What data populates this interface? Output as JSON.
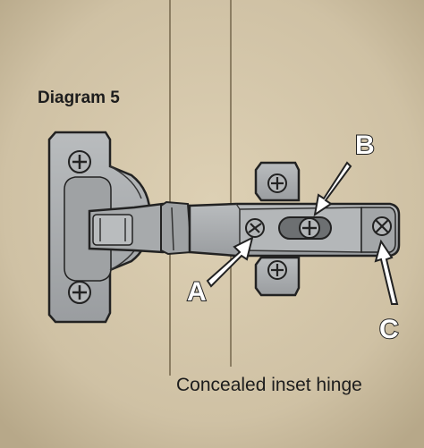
{
  "diagram": {
    "title": "Diagram 5",
    "caption": "Concealed inset hinge",
    "callouts": {
      "a": "A",
      "b": "B",
      "c": "C"
    }
  },
  "colors": {
    "wood_light": "#dcceb1",
    "wood_dark": "#bfae8d",
    "hinge_metal": "#a6a9ab",
    "hinge_shadow": "#8d9092",
    "outline": "#222222",
    "callout_fill": "#ffffff"
  }
}
